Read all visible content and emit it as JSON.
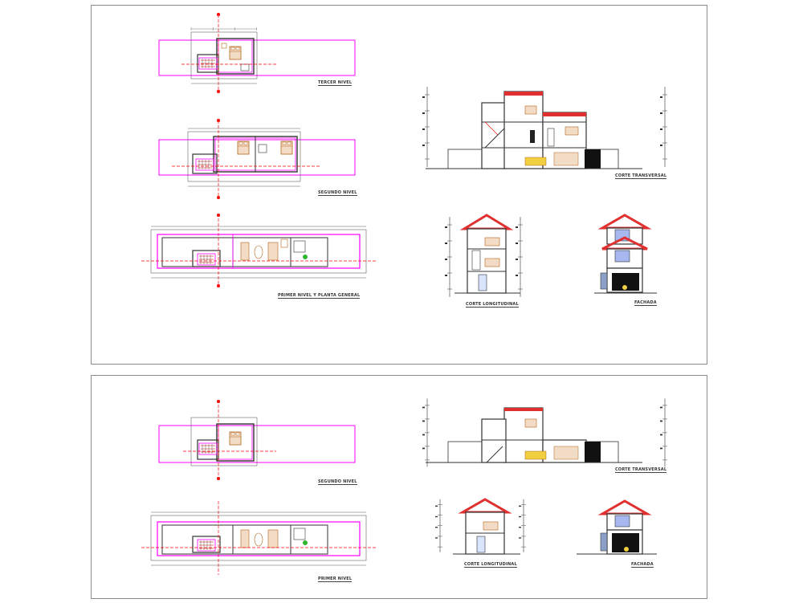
{
  "sheet1": {
    "labels": {
      "third_floor": "TERCER NIVEL",
      "second_floor": "SEGUNDO NIVEL",
      "first_floor": "PRIMER NIVEL Y PLANTA GENERAL",
      "long_section": "CORTE TRANSVERSAL",
      "cross_section": "CORTE LONGITUDINAL",
      "facade": "FACHADA"
    }
  },
  "sheet2": {
    "labels": {
      "second_floor": "SEGUNDO NIVEL",
      "first_floor": "PRIMER NIVEL",
      "long_section": "CORTE TRANSVERSAL",
      "cross_section": "CORTE LONGITUDINAL",
      "facade": "FACHADA"
    }
  },
  "colors": {
    "property_line": "#ff00ff",
    "axis_line": "#ff0000",
    "wall": "#333333",
    "roof": "#e03030",
    "furniture": "#b5651d",
    "window_glass": "#a7b7f0",
    "garden": "#111111"
  }
}
